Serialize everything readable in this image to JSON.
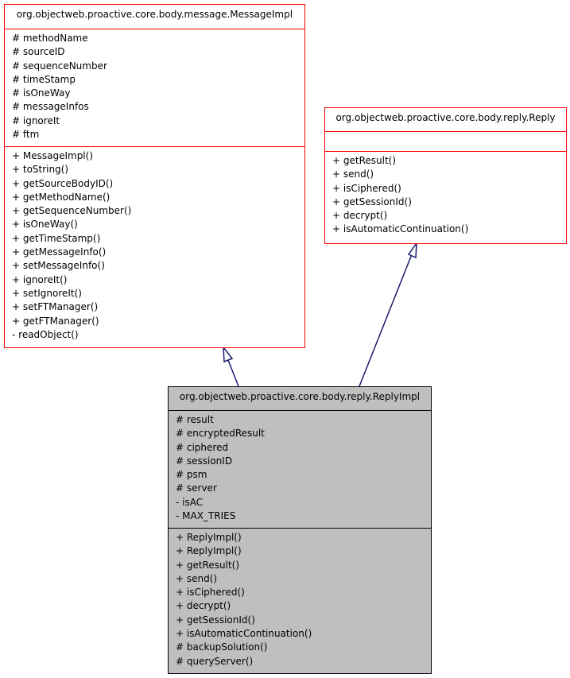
{
  "classes": {
    "message_impl": {
      "name": "org.objectweb.proactive.core.body.message.MessageImpl",
      "attributes": [
        "# methodName",
        "# sourceID",
        "# sequenceNumber",
        "# timeStamp",
        "# isOneWay",
        "# messageInfos",
        "# ignoreIt",
        "# ftm"
      ],
      "operations": [
        "+ MessageImpl()",
        "+ toString()",
        "+ getSourceBodyID()",
        "+ getMethodName()",
        "+ getSequenceNumber()",
        "+ isOneWay()",
        "+ getTimeStamp()",
        "+ getMessageInfo()",
        "+ setMessageInfo()",
        "+ ignoreIt()",
        "+ setIgnoreIt()",
        "+ setFTManager()",
        "+ getFTManager()",
        "- readObject()"
      ]
    },
    "reply": {
      "name": "org.objectweb.proactive.core.body.reply.Reply",
      "attributes": [],
      "operations": [
        "+ getResult()",
        "+ send()",
        "+ isCiphered()",
        "+ getSessionId()",
        "+ decrypt()",
        "+ isAutomaticContinuation()"
      ]
    },
    "reply_impl": {
      "name": "org.objectweb.proactive.core.body.reply.ReplyImpl",
      "attributes": [
        "# result",
        "# encryptedResult",
        "# ciphered",
        "# sessionID",
        "# psm",
        "# server",
        "- isAC",
        "- MAX_TRIES"
      ],
      "operations": [
        "+ ReplyImpl()",
        "+ ReplyImpl()",
        "+ getResult()",
        "+ send()",
        "+ isCiphered()",
        "+ decrypt()",
        "+ getSessionId()",
        "+ isAutomaticContinuation()",
        "# backupSolution()",
        "# queryServer()"
      ]
    }
  },
  "colors": {
    "border": "#ff0000",
    "focused_border": "#000000",
    "focused_fill": "#bfbfbf",
    "edge": "#191970"
  }
}
